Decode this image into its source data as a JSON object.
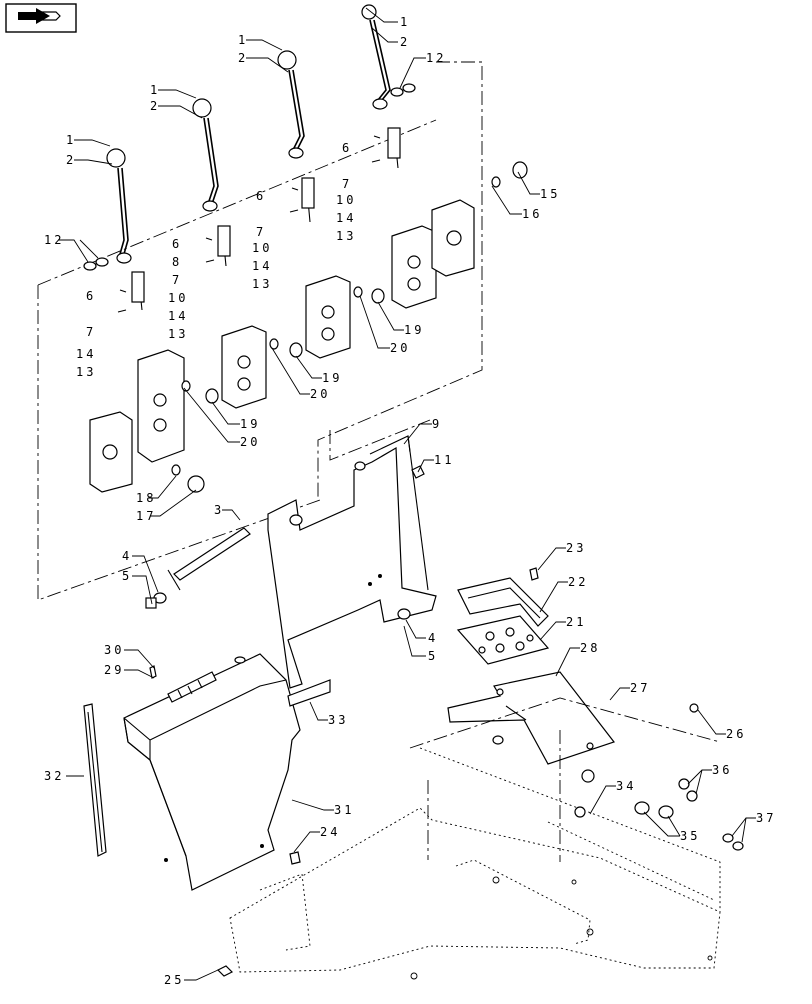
{
  "diagram": {
    "nav_icon": "book-arrow-icon",
    "callouts": [
      {
        "id": "c1a",
        "text": "1"
      },
      {
        "id": "c2a",
        "text": "2"
      },
      {
        "id": "c1b",
        "text": "1"
      },
      {
        "id": "c2b",
        "text": "2"
      },
      {
        "id": "c1c",
        "text": "1"
      },
      {
        "id": "c2c",
        "text": "2"
      },
      {
        "id": "c1d",
        "text": "1"
      },
      {
        "id": "c2d",
        "text": "2"
      },
      {
        "id": "c12a",
        "text": "12"
      },
      {
        "id": "c12b",
        "text": "12"
      },
      {
        "id": "c6a",
        "text": "6"
      },
      {
        "id": "c7a",
        "text": "7"
      },
      {
        "id": "c10a",
        "text": "10"
      },
      {
        "id": "c14a",
        "text": "14"
      },
      {
        "id": "c13a",
        "text": "13"
      },
      {
        "id": "c6b",
        "text": "6"
      },
      {
        "id": "c7b",
        "text": "7"
      },
      {
        "id": "c10b",
        "text": "10"
      },
      {
        "id": "c14b",
        "text": "14"
      },
      {
        "id": "c13b",
        "text": "13"
      },
      {
        "id": "c6c",
        "text": "6"
      },
      {
        "id": "c8",
        "text": "8"
      },
      {
        "id": "c7c",
        "text": "7"
      },
      {
        "id": "c10c",
        "text": "10"
      },
      {
        "id": "c14c",
        "text": "14"
      },
      {
        "id": "c13c",
        "text": "13"
      },
      {
        "id": "c6d",
        "text": "6"
      },
      {
        "id": "c7d",
        "text": "7"
      },
      {
        "id": "c14d",
        "text": "14"
      },
      {
        "id": "c13d",
        "text": "13"
      },
      {
        "id": "c15",
        "text": "15"
      },
      {
        "id": "c16",
        "text": "16"
      },
      {
        "id": "c19a",
        "text": "19"
      },
      {
        "id": "c20a",
        "text": "20"
      },
      {
        "id": "c19b",
        "text": "19"
      },
      {
        "id": "c20b",
        "text": "20"
      },
      {
        "id": "c19c",
        "text": "19"
      },
      {
        "id": "c20c",
        "text": "20"
      },
      {
        "id": "c9",
        "text": "9"
      },
      {
        "id": "c11",
        "text": "11"
      },
      {
        "id": "c18",
        "text": "18"
      },
      {
        "id": "c17",
        "text": "17"
      },
      {
        "id": "c3",
        "text": "3"
      },
      {
        "id": "c4a",
        "text": "4"
      },
      {
        "id": "c5a",
        "text": "5"
      },
      {
        "id": "c4b",
        "text": "4"
      },
      {
        "id": "c5b",
        "text": "5"
      },
      {
        "id": "c23",
        "text": "23"
      },
      {
        "id": "c22",
        "text": "22"
      },
      {
        "id": "c21",
        "text": "21"
      },
      {
        "id": "c28",
        "text": "28"
      },
      {
        "id": "c27",
        "text": "27"
      },
      {
        "id": "c30",
        "text": "30"
      },
      {
        "id": "c29",
        "text": "29"
      },
      {
        "id": "c33",
        "text": "33"
      },
      {
        "id": "c32",
        "text": "32"
      },
      {
        "id": "c31",
        "text": "31"
      },
      {
        "id": "c24",
        "text": "24"
      },
      {
        "id": "c25",
        "text": "25"
      },
      {
        "id": "c26",
        "text": "26"
      },
      {
        "id": "c34",
        "text": "34"
      },
      {
        "id": "c36",
        "text": "36"
      },
      {
        "id": "c35",
        "text": "35"
      },
      {
        "id": "c37",
        "text": "37"
      }
    ]
  }
}
